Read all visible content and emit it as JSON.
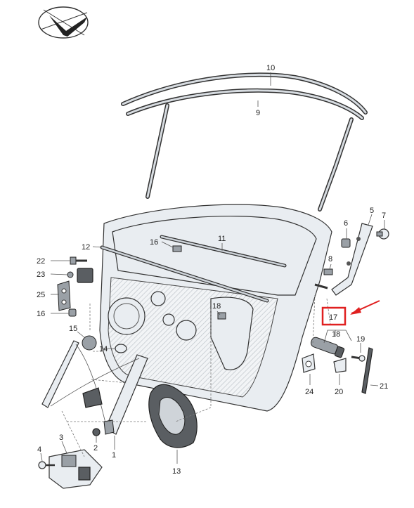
{
  "diagram": {
    "highlight_color": "#e02020",
    "labels": {
      "p1": "1",
      "p2": "2",
      "p3": "3",
      "p4": "4",
      "p5": "5",
      "p6": "6",
      "p7": "7",
      "p8": "8",
      "p9": "9",
      "p10": "10",
      "p11": "11",
      "p12": "12",
      "p13": "13",
      "p14": "14",
      "p15": "15",
      "p16a": "16",
      "p16b": "16",
      "p17": "17",
      "p18a": "18",
      "p18b": "18",
      "p19": "19",
      "p20": "20",
      "p21": "21",
      "p22": "22",
      "p23": "23",
      "p24": "24",
      "p25": "25"
    }
  }
}
